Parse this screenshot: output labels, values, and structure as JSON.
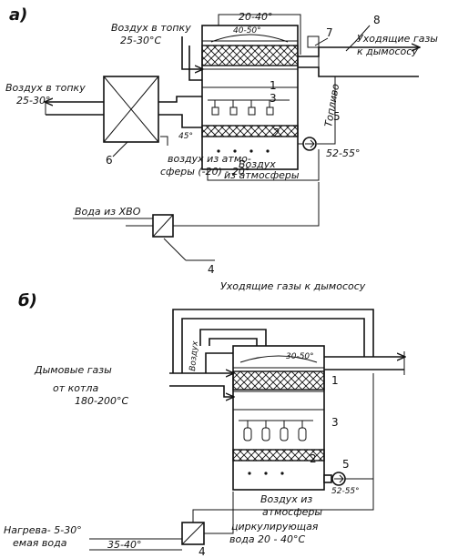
{
  "diagram_a": {
    "panel_label": "а)",
    "air_to_furnace_top": "Воздух в топку",
    "air_to_furnace_top_temp": "25-30°С",
    "gas_temp_top": "20-40°",
    "gas_temp_inner": "40-50°",
    "exhaust_gases": "Уходящие газы",
    "exhaust_gases_2": "к дымососу",
    "air_to_furnace_left": "Воздух в топку",
    "air_to_furnace_left_temp": "25-30°",
    "temp_45": "45°",
    "fuel_label": "Топливо",
    "pump_temp": "52-55°",
    "air_from_atm_1": "Воздух",
    "air_from_atm_2": "из атмосферы",
    "air_from_atm_hx_1": "воздух из атмо-",
    "air_from_atm_hx_2": "сферы (-20) - 20°",
    "water_from": "Вода из ХВО",
    "n1": "1",
    "n2": "2",
    "n3": "3",
    "n4": "4",
    "n5": "5",
    "n6": "6",
    "n7": "7",
    "n8": "8"
  },
  "diagram_b": {
    "panel_label": "б)",
    "exhaust_gases": "Уходящие газы к дымососу",
    "flue_gases": "Дымовые газы",
    "from_boiler": "от котла",
    "flue_temp": "180-200°С",
    "air_vertical": "Воздух",
    "gas_temp_inner": "30-50°",
    "pump_temp": "52-55°",
    "air_from_atm_1": "Воздух из",
    "air_from_atm_2": "атмосферы",
    "circ_water_1": "циркулирующая",
    "circ_water_2": "вода 20 - 40°С",
    "heated_water_1": "Нагрева- 5-30°",
    "heated_water_2": "емая вода",
    "heated_water_3": "35-40°",
    "n1": "1",
    "n2": "2",
    "n3": "3",
    "n4": "4",
    "n5": "5"
  }
}
